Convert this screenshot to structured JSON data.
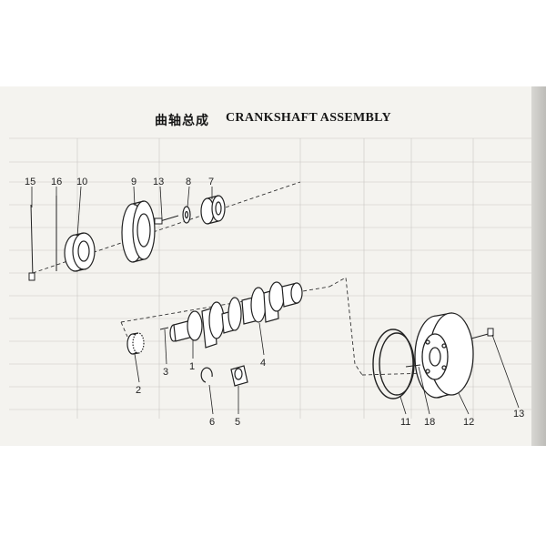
{
  "title": {
    "chinese": "曲轴总成",
    "english": "CRANKSHAFT ASSEMBLY"
  },
  "part_numbers": [
    "1",
    "2",
    "3",
    "4",
    "5",
    "6",
    "7",
    "8",
    "9",
    "10",
    "11",
    "12",
    "13",
    "15",
    "16",
    "18"
  ],
  "colors": {
    "paper": "#f4f3ef",
    "ink": "#222222",
    "background": "#ffffff"
  }
}
